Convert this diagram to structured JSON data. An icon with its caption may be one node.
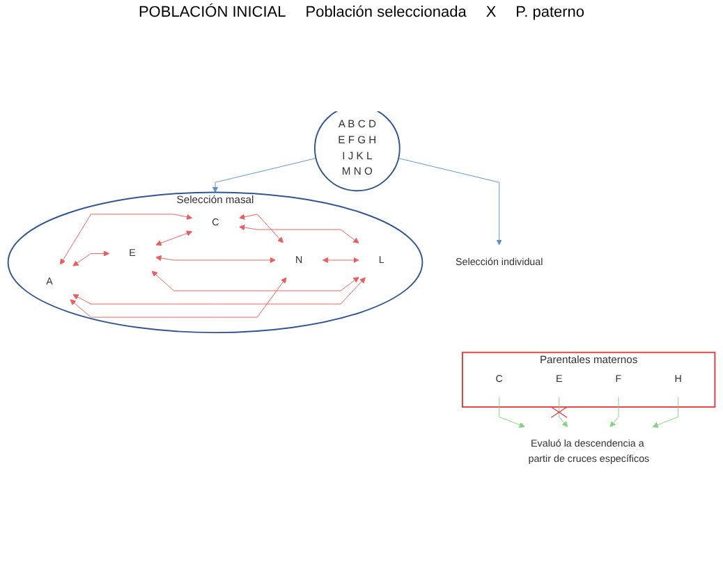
{
  "diagram": {
    "nodes": [
      {
        "text": [
          "A",
          "B",
          "C",
          "D",
          "E",
          "F",
          "G",
          "H",
          "I",
          "J",
          "K",
          "L",
          "M",
          "N",
          "O"
        ]
      },
      {
        "text": [
          "Selección masal"
        ]
      },
      {
        "text": [
          "A"
        ],
        "in": 1
      },
      {
        "text": [
          "E"
        ],
        "in": 1
      },
      {
        "text": [
          "C"
        ],
        "in": 1
      },
      {
        "text": [
          "N"
        ],
        "in": 1
      },
      {
        "text": [
          "L"
        ],
        "in": 1
      },
      {
        "text": [
          "Selección individual"
        ]
      },
      {
        "text": [
          "Parentales maternos"
        ]
      },
      {
        "text": [
          "C"
        ],
        "in": 8
      },
      {
        "text": [
          "E"
        ],
        "in": 8
      },
      {
        "text": [
          "F"
        ],
        "in": 8
      },
      {
        "text": [
          "H"
        ],
        "in": 8
      },
      {
        "text": [
          "Evaluó la descendencia a partir de cruces específicos"
        ]
      }
    ],
    "edges": [
      {
        "from": 0,
        "to": 1,
        "arrow": "to",
        "color": "#5b8fd0"
      },
      {
        "from": 0,
        "to": 7,
        "arrow": "to",
        "color": "#5b8fd0"
      },
      {
        "from": 2,
        "to": 4,
        "arrow": "both"
      },
      {
        "from": 2,
        "to": 3,
        "arrow": "both"
      },
      {
        "from": 3,
        "to": 4,
        "arrow": "both"
      },
      {
        "from": 2,
        "to": 6,
        "arrow": "both"
      },
      {
        "from": 2,
        "to": 5,
        "arrow": "both"
      },
      {
        "from": 3,
        "to": 5,
        "arrow": "both"
      },
      {
        "from": 4,
        "to": 5,
        "arrow": "both"
      },
      {
        "from": 3,
        "to": 6,
        "arrow": "both"
      },
      {
        "from": 4,
        "to": 6,
        "arrow": "both"
      },
      {
        "from": 5,
        "to": 6,
        "arrow": "both"
      },
      {
        "from": 9,
        "to": 13,
        "arrow": "to",
        "color": "#7ed67e"
      },
      {
        "from": 10,
        "to": 13,
        "arrow": "to",
        "color": "#7ed67e"
      },
      {
        "from": 11,
        "to": 13,
        "arrow": "to",
        "color": "#7ed67e"
      },
      {
        "from": 12,
        "to": 13,
        "arrow": "to",
        "color": "#7ed67e"
      }
    ],
    "labels": [
      "POBLACIÓN INICIAL",
      "Población seleccionada",
      "X",
      "P. paterno"
    ]
  }
}
